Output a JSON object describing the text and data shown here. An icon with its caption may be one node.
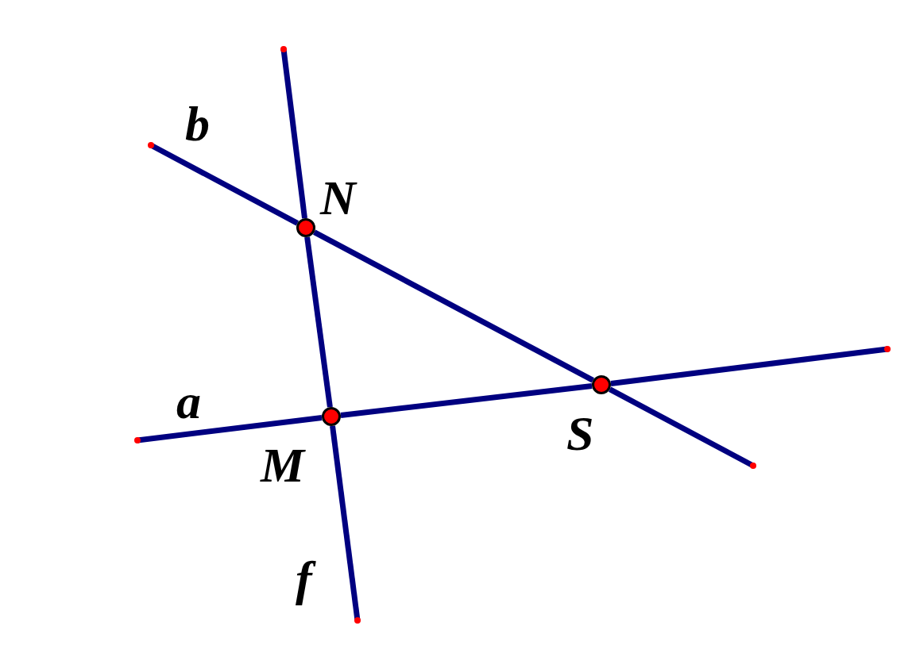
{
  "diagram": {
    "nodes": [
      {
        "text": [],
        "shape": "circle",
        "beside": [
          "N"
        ]
      },
      {
        "text": [],
        "shape": "circle",
        "beside": [
          "M"
        ]
      },
      {
        "text": [],
        "shape": "circle",
        "beside": [
          "S"
        ]
      }
    ],
    "edges": [
      {
        "from": null,
        "to": 0,
        "arrow": "none"
      },
      {
        "from": 0,
        "to": 2,
        "arrow": "none"
      },
      {
        "from": 2,
        "to": null,
        "arrow": "none"
      },
      {
        "from": null,
        "to": 0,
        "arrow": "none"
      },
      {
        "from": 0,
        "to": 1,
        "arrow": "none"
      },
      {
        "from": 1,
        "to": null,
        "arrow": "none"
      },
      {
        "from": null,
        "to": 1,
        "arrow": "none"
      },
      {
        "from": 1,
        "to": 2,
        "arrow": "none"
      },
      {
        "from": 2,
        "to": null,
        "arrow": "none"
      }
    ],
    "labels": [
      "b",
      "a",
      "f"
    ]
  }
}
